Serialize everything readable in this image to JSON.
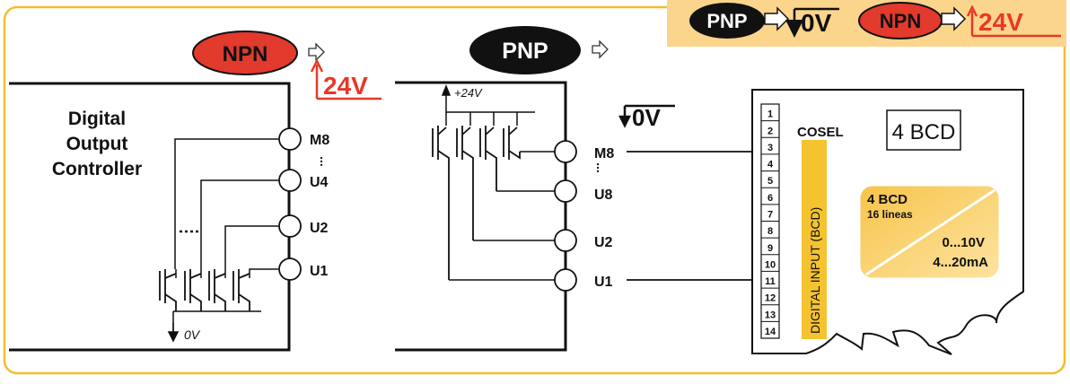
{
  "legend": {
    "pnp_label": "PNP",
    "pnp_ref": "0V",
    "npn_label": "NPN",
    "npn_ref": "24V"
  },
  "npn_panel": {
    "badge": "NPN",
    "supply": "24V",
    "controller_title": [
      "Digital",
      "Output",
      "Controller"
    ],
    "terminals": [
      "M8",
      "U4",
      "U2",
      "U1"
    ],
    "ground": "0V"
  },
  "pnp_panel": {
    "badge": "PNP",
    "supply": "+24V",
    "terminals": [
      "M8",
      "U8",
      "U2",
      "U1"
    ],
    "common": "0V"
  },
  "module": {
    "pins": [
      "1",
      "2",
      "3",
      "4",
      "5",
      "6",
      "7",
      "8",
      "9",
      "10",
      "11",
      "12",
      "13",
      "14"
    ],
    "brand": "COSEL",
    "vertical_label": "DIGITAL INPUT (BCD)",
    "title": "4 BCD",
    "card_title": "4 BCD",
    "card_subtitle": "16 lineas",
    "out_voltage": "0...10V",
    "out_current": "4...20mA"
  },
  "colors": {
    "accent_yellow": "#f5c330",
    "npn_red": "#e23a2c",
    "label_red": "#e83828",
    "legend_bg": "#fbd58b"
  }
}
